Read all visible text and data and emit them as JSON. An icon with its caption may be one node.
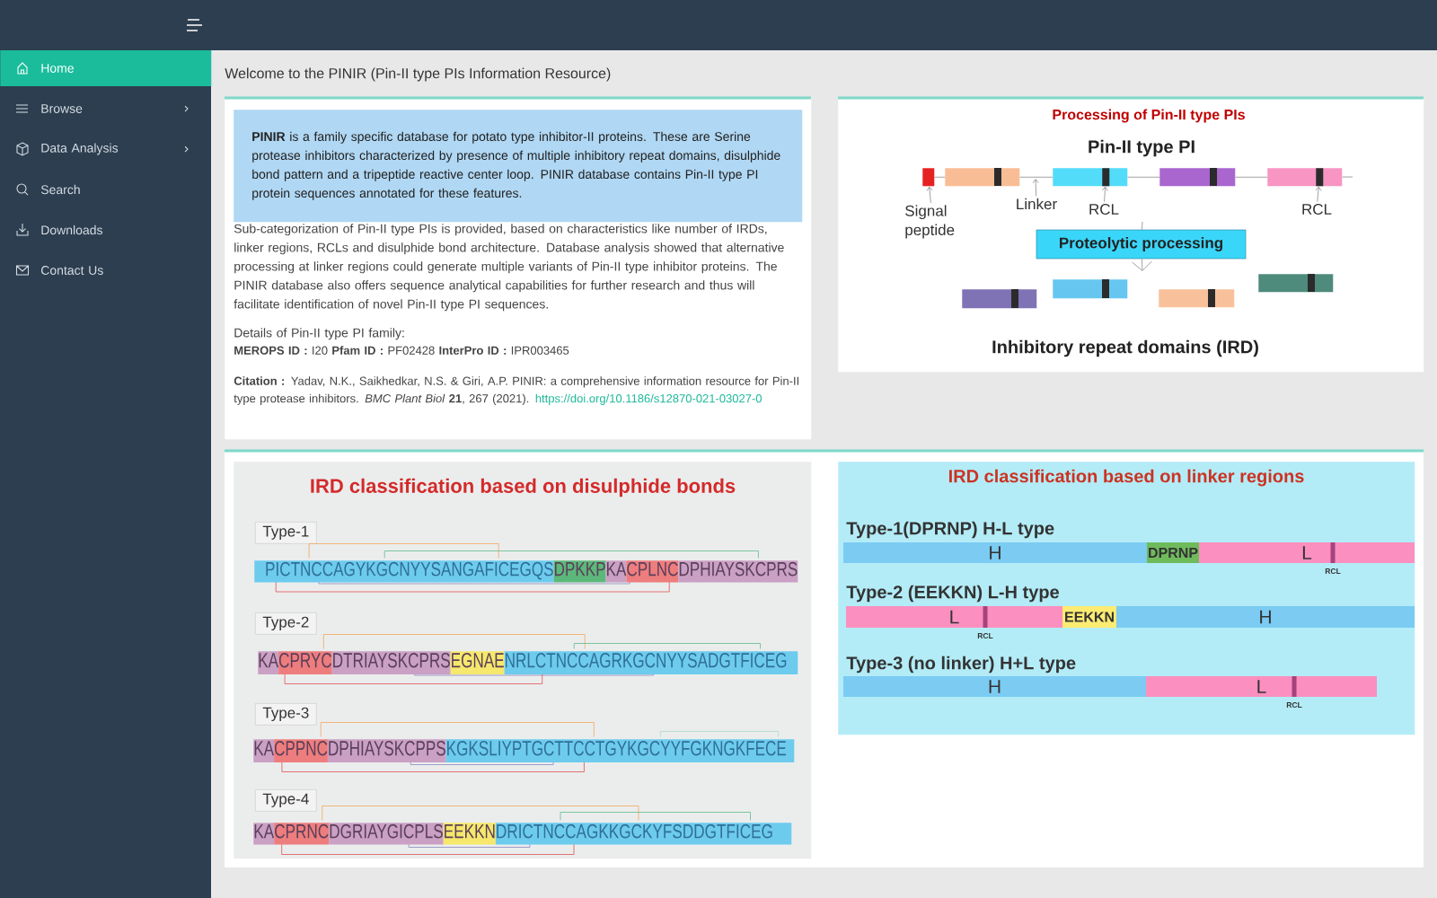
{
  "diagram": {
    "title": "Welcome to the PINIR (Pin-II type PIs Information Resource)",
    "nodes": [
      {
        "text": [
          "Home"
        ]
      },
      {
        "text": [
          "Browse"
        ]
      },
      {
        "text": [
          "Data Analysis"
        ]
      },
      {
        "text": [
          "Search"
        ]
      },
      {
        "text": [
          "Downloads"
        ]
      },
      {
        "text": [
          "Contact Us"
        ]
      },
      {
        "text": [
          "Sub-categorization of Pin-II type PIs is provided, based on characteristics like number of IRDs, linker regions, RCLs and disulphide bond architecture. Database analysis showed that alternative processing at linker regions could generate multiple variants of Pin-II type inhibitor proteins. The PINIR database also offers sequence analytical capabilities for further research and thus will facilitate identification of novel Pin-II type PI sequences.",
          "Details of Pin-II type PI family:",
          "**MEROPS ID :** I20 **Pfam ID :** PF02428 **InterPro ID :** IPR003465",
          "**Citation :** Yadav, N.K., Saikhedkar, N.S. & Giri, A.P. PINIR: a comprehensive information resource for Pin-II type protease inhibitors. *BMC Plant Biol* **21**, 267 (2021).",
          "https://doi.org/10.1186/s12870-021-03027-0"
        ]
      },
      {
        "text": [
          "**PINIR** is a family specific database for potato type inhibitor-II proteins. These are Serine protease inhibitors characterized by presence of multiple inhibitory repeat domains, disulphide bond pattern and a tripeptide reactive center loop. PINIR database contains Pin-II type PI protein sequences annotated for these features."
        ],
        "in": 6
      },
      {
        "text": [
          "Processing of Pin-II type PIs",
          "Pin-II type PI",
          "Inhibitory repeat domains (IRD)"
        ]
      },
      {
        "text": [],
        "shape": "bar",
        "in": 8
      },
      {
        "text": [],
        "shape": "bar",
        "in": 8
      },
      {
        "text": [],
        "shape": "bar",
        "in": 8
      },
      {
        "text": [],
        "shape": "bar",
        "in": 8
      },
      {
        "text": [],
        "shape": "bar",
        "in": 8
      },
      {
        "text": [],
        "shape": "bar",
        "in": 11
      },
      {
        "text": [],
        "shape": "bar",
        "in": 13
      },
      {
        "text": [
          "Signal peptide"
        ],
        "in": 8
      },
      {
        "text": [
          "Linker"
        ],
        "in": 8
      },
      {
        "text": [
          "RCL"
        ],
        "in": 8
      },
      {
        "text": [
          "RCL"
        ],
        "in": 8
      },
      {
        "text": [
          "Proteolytic processing"
        ],
        "in": 8
      },
      {
        "text": [],
        "shape": "bar",
        "in": 8
      },
      {
        "text": [],
        "shape": "bar",
        "in": 8
      },
      {
        "text": [],
        "shape": "bar",
        "in": 8
      },
      {
        "text": [],
        "shape": "bar",
        "in": 8
      },
      {
        "text": [
          "IRD classification based on disulphide bonds"
        ]
      },
      {
        "text": [
          "Type-1"
        ],
        "in": 25
      },
      {
        "text": [
          "PICTNCCAGYKGCNYYSANGAFICEGQS",
          "DPKKP",
          "KA",
          "CPLNC",
          "DPHIAYSKCPRS"
        ],
        "in": 25
      },
      {
        "text": [
          "Type-2"
        ],
        "in": 25
      },
      {
        "text": [
          "KA",
          "CPRYC",
          "DTRIAYSKCPRS",
          "EGNAE",
          "NRLCTNCCAGRKGCNYYSADGTFICEG"
        ],
        "in": 25
      },
      {
        "text": [
          "Type-3"
        ],
        "in": 25
      },
      {
        "text": [
          "KA",
          "CPPNC",
          "DPHIAYSKCPPS",
          "KGKSLIYPTGCTTCCTGYKGCYYFGKNGKFECE"
        ],
        "in": 25
      },
      {
        "text": [
          "Type-4"
        ],
        "in": 25
      },
      {
        "text": [
          "KA",
          "CPRNC",
          "DGRIAYGICPLS",
          "EEKKN",
          "DRICTNCCAGKKGCKYFSDDGTFICEG"
        ],
        "in": 25
      },
      {
        "text": [
          "IRD classification based on linker regions"
        ]
      },
      {
        "text": [
          "Type-1(DPRNP) H-L type",
          "H",
          "DPRNP",
          "L"
        ],
        "beside": [
          "RCL"
        ],
        "in": 34
      },
      {
        "text": [
          "Type-2 (EEKKN) L-H type",
          "L",
          "EEKKN",
          "H"
        ],
        "beside": [
          "RCL"
        ],
        "in": 34
      },
      {
        "text": [
          "Type-3 (no linker) H+L type",
          "H",
          "L"
        ],
        "beside": [
          "RCL"
        ],
        "in": 34
      }
    ],
    "edges": [
      {
        "from": 9,
        "to": 10,
        "arrow": "none"
      },
      {
        "from": 10,
        "to": 11,
        "arrow": "none"
      },
      {
        "from": 11,
        "to": 12,
        "arrow": "none"
      },
      {
        "from": 12,
        "to": 13,
        "arrow": "none"
      },
      {
        "from": 13,
        "to": null,
        "arrow": "none"
      },
      {
        "from": 16,
        "to": 9,
        "arrow": "to"
      },
      {
        "from": 17,
        "to": null,
        "arrow": "to"
      },
      {
        "from": 18,
        "to": 14,
        "arrow": "to"
      },
      {
        "from": 19,
        "to": 15,
        "arrow": "to"
      },
      {
        "from": null,
        "to": 20,
        "arrow": "none"
      },
      {
        "from": 20,
        "to": null,
        "arrow": "to"
      }
    ]
  }
}
